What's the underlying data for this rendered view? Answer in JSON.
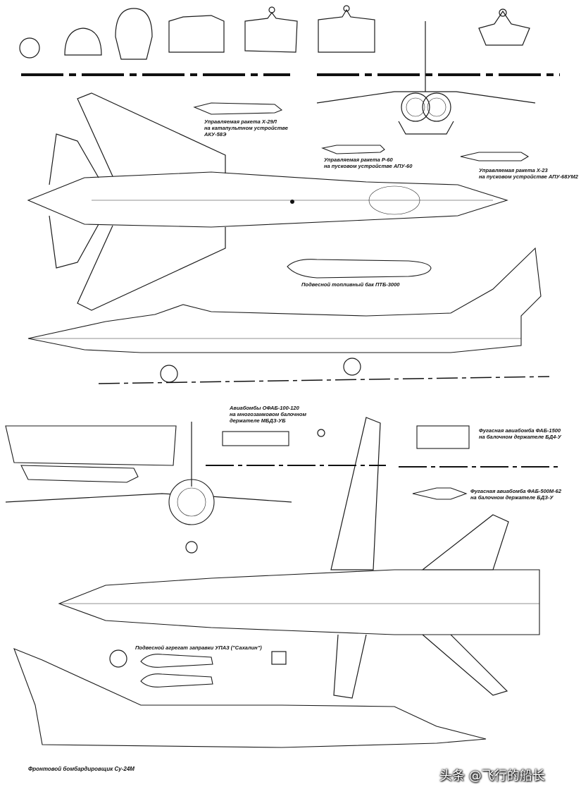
{
  "labels": {
    "x29l": "Управляемая ракета Х-29Л\nна катапультном устройстве\nАКУ-58Э",
    "r60": "Управляемая ракета Р-60\nна пусковом устройстве АПУ-60",
    "x23": "Управляемая ракета Х-23\nна пусковом устройстве АПУ-68УМ2",
    "ptb3000": "Подвесной топливный бак ПТБ-3000",
    "ofab": "Авиабомбы ОФАБ-100-120\nна многозамковом балочном\nдержателе МБДЗ-УБ",
    "fab1500": "Фугасная авиабомба ФАБ-1500\nна балочном держателе БД4-У",
    "fab500": "Фугасная авиабомба ФАБ-500М-62\nна балочном держателе БДЗ-У",
    "upaz": "Подвесной агрегат заправки УПАЗ (\"Сахалин\")",
    "caption": "Фронтовой бомбардировщик Су-24М"
  },
  "watermark": "头条 @飞行的船长"
}
